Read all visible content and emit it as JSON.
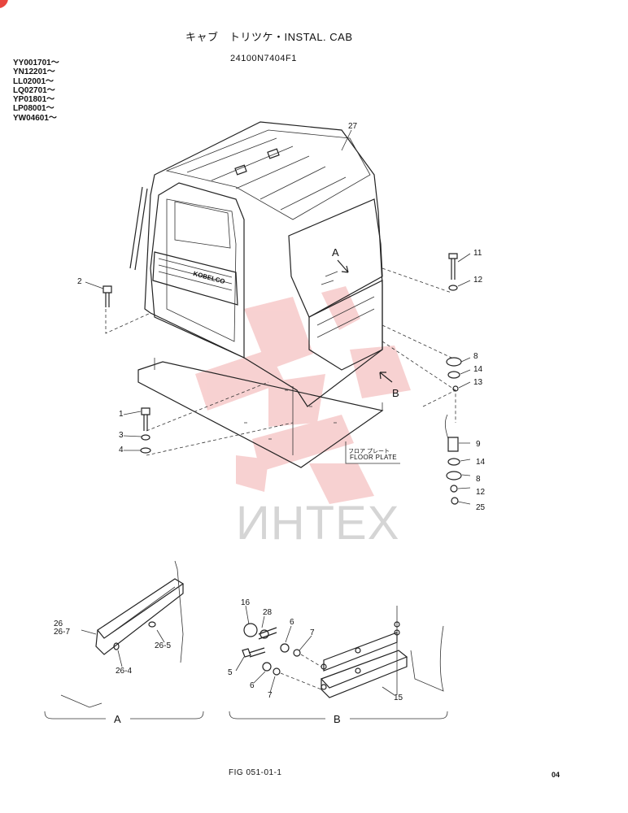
{
  "header": {
    "title": "キャブ　トリツケ・INSTAL. CAB",
    "code": "24100N7404F1"
  },
  "serials": [
    "YY001701～",
    "YN12201～",
    "LL02001～",
    "LQ02701～",
    "YP01801～",
    "LP08001～",
    "YW04601～"
  ],
  "callouts": {
    "c27": "27",
    "c2": "2",
    "c11": "11",
    "c12a": "12",
    "c8a": "8",
    "c14a": "14",
    "c13": "13",
    "c1": "1",
    "c3": "3",
    "c4": "4",
    "c9": "9",
    "c14b": "14",
    "c8b": "8",
    "c12b": "12",
    "c25": "25",
    "c26": "26",
    "c26_7": "26-7",
    "c26_5": "26-5",
    "c26_4": "26-4",
    "c16": "16",
    "c28": "28",
    "c6a": "6",
    "c7a": "7",
    "c5": "5",
    "c6b": "6",
    "c7b": "7",
    "c15": "15"
  },
  "views": {
    "a_marker": "A",
    "b_marker": "B",
    "a_detail": "A",
    "b_detail": "B"
  },
  "floor_plate": {
    "jp": "フロア プレート",
    "en": "FLOOR PLATE"
  },
  "cab_brand": "KOBELCO",
  "watermark": "ИНТЕХ",
  "footer": {
    "figure": "FIG 051-01-1",
    "page": "04"
  }
}
